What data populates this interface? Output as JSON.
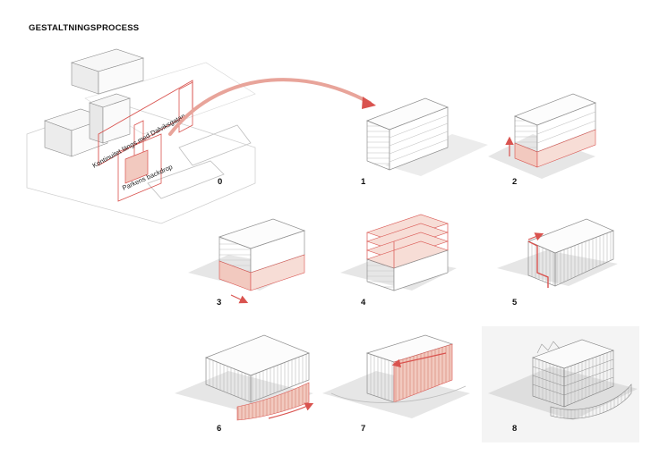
{
  "title": "GESTALTNINGSPROCESS",
  "annotations": {
    "continuity": "Kontinuitet längs med Dalviksgatan",
    "backdrop": "Parkens backdrop"
  },
  "steps": [
    "0",
    "1",
    "2",
    "3",
    "4",
    "5",
    "6",
    "7",
    "8"
  ],
  "colors": {
    "accent": "#d9534f",
    "accent_fill": "#f2c9bf",
    "shadow": "#e4e4e4",
    "line": "#9a9a9a"
  }
}
